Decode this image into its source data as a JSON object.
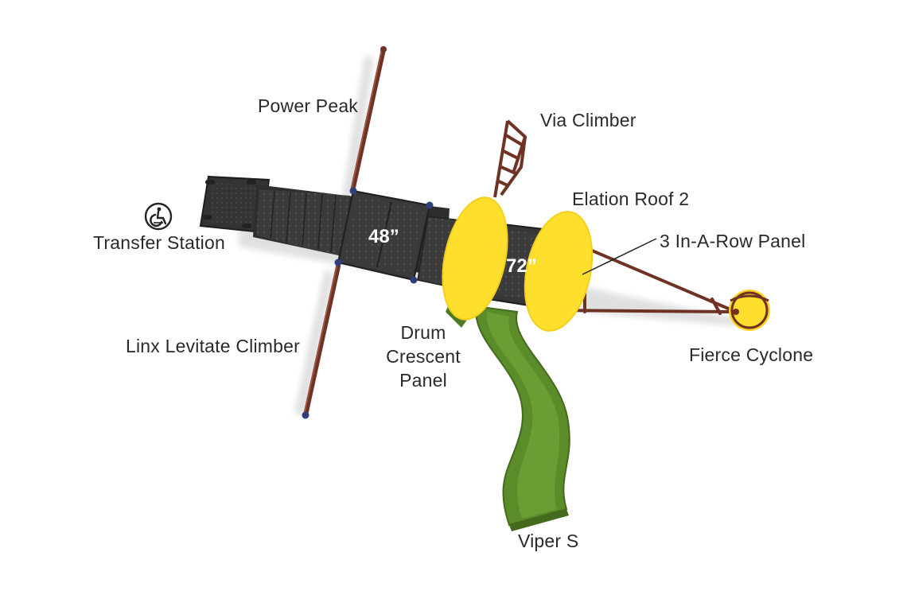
{
  "labels": {
    "power_peak": "Power Peak",
    "via_climber": "Via Climber",
    "elation_roof": "Elation Roof 2",
    "transfer_station": "Transfer Station",
    "three_in_a_row": "3 In-A-Row Panel",
    "linx_levitate": "Linx Levitate Climber",
    "drum_crescent_1": "Drum",
    "drum_crescent_2": "Crescent",
    "drum_crescent_3": "Panel",
    "fierce_cyclone": "Fierce Cyclone",
    "viper_s": "Viper S"
  },
  "deck_heights": {
    "deck_48": "48”",
    "deck_72": "72”"
  },
  "icons": {
    "accessibility": "wheelchair-icon"
  },
  "colors": {
    "frame": "#7a3b2a",
    "deck": "#3a3a3a",
    "roof": "#ffdf2e",
    "slide": "#5a8a2a",
    "label": "#2a2a2a",
    "bolt": "#2f3f7a"
  }
}
